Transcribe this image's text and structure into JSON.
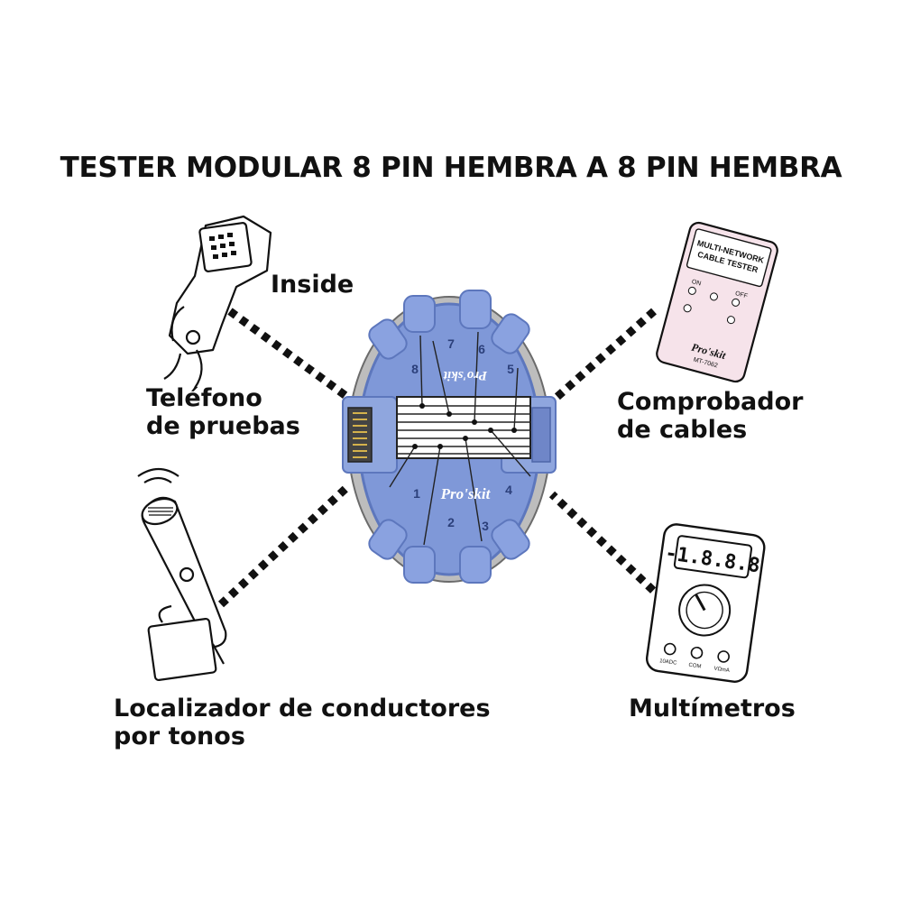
{
  "title": "TESTER MODULAR 8 PIN HEMBRA A 8 PIN HEMBRA",
  "labels": {
    "inside": "Inside",
    "telefono": [
      "Teléfono",
      "de pruebas"
    ],
    "comprobador": [
      "Comprobador",
      "de cables"
    ],
    "localizador": [
      "Localizador de conductores",
      "por tonos"
    ],
    "multimetros": "Multímetros"
  },
  "device": {
    "brand": "Pro'skit",
    "port_numbers": [
      "1",
      "2",
      "3",
      "4",
      "5",
      "6",
      "7",
      "8"
    ]
  },
  "cable_tester": {
    "title_lines": [
      "MULTI-NETWORK",
      "CABLE TESTER"
    ],
    "model": "MT-7062",
    "brand": "Pro'skit",
    "switch_on": "ON",
    "switch_off": "OFF"
  },
  "multimeter": {
    "display": "-1.8.8.8",
    "ports": [
      "10ADC",
      "COM",
      "VΩmA"
    ]
  },
  "colors": {
    "device_blue": "#7f98d8",
    "device_blue_dark": "#5d77bd",
    "tester_pink": "#f6e3ea",
    "ink": "#111111"
  },
  "icons": [
    "butt-set-phone-icon",
    "cable-tester-icon",
    "tone-probe-icon",
    "multimeter-icon"
  ]
}
